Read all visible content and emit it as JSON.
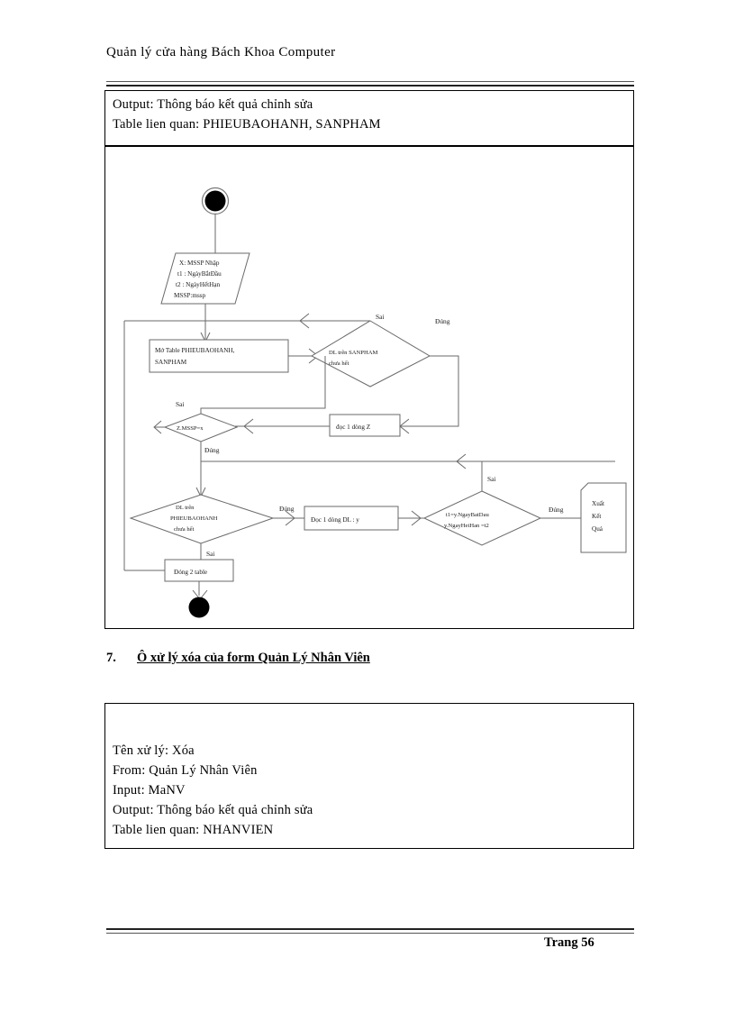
{
  "header": {
    "title": "Quản lý cửa hàng Bách Khoa Computer"
  },
  "top_box": {
    "output": "Output:  Thông báo kết quả chỉnh  sửa",
    "tables": "Table lien  quan:  PHIEUBAOHANH,  SANPHAM"
  },
  "section": {
    "number": "7.",
    "title": "Ô xử lý xóa của form  Quản Lý Nhân Viên"
  },
  "bottom_box": {
    "name": "Tên xử lý:  Xóa",
    "from": "From:  Quản Lý Nhân Viên",
    "input": "Input:  MaNV",
    "output": "Output:  Thông báo kết quả chỉnh  sửa",
    "tables": "Table lien  quan:  NHANVIEN"
  },
  "footer": {
    "page": "Trang  56"
  },
  "flowchart": {
    "nodes": {
      "start": "start-node",
      "input_x": "X: MSSP Nhập",
      "input_t1": "t1 : NgàyBắtĐầu",
      "input_t2": "t2 : NgàyHếtHạn",
      "input_mssp": "MSSP:mssp",
      "open_table_l1": "Mở Table PHIEUBAOHANH,",
      "open_table_l2": "SANPHAM",
      "dec_sanpham_l1": "DL trên SANPHAM",
      "dec_sanpham_l2": "chưa hết",
      "read_z": "đọc 1 dòng Z",
      "dec_mssp": "Z.MSSP=x",
      "dec_pbh_l1": "DL  trên",
      "dec_pbh_l2": "PHIEUBAOHANH",
      "dec_pbh_l3": "chưa hết",
      "read_dl": "Đọc 1 dòng DL : y",
      "dec_date_l1": "t1=y.NgayBatDau",
      "dec_date_l2": "y.NgayHetHan =t2",
      "output_l1": "Xuất",
      "output_l2": "Kết",
      "output_l3": "Quả",
      "close_table": "Đóng 2 table",
      "end": "end-node"
    },
    "edge_labels": {
      "sanpham_false": "Sai",
      "sanpham_true": "Đúng",
      "mssp_false": "Sai",
      "mssp_true": "Đúng",
      "pbh_true": "Đúng",
      "pbh_false": "Sai",
      "date_false": "Sai",
      "date_true": "Đúng"
    }
  }
}
